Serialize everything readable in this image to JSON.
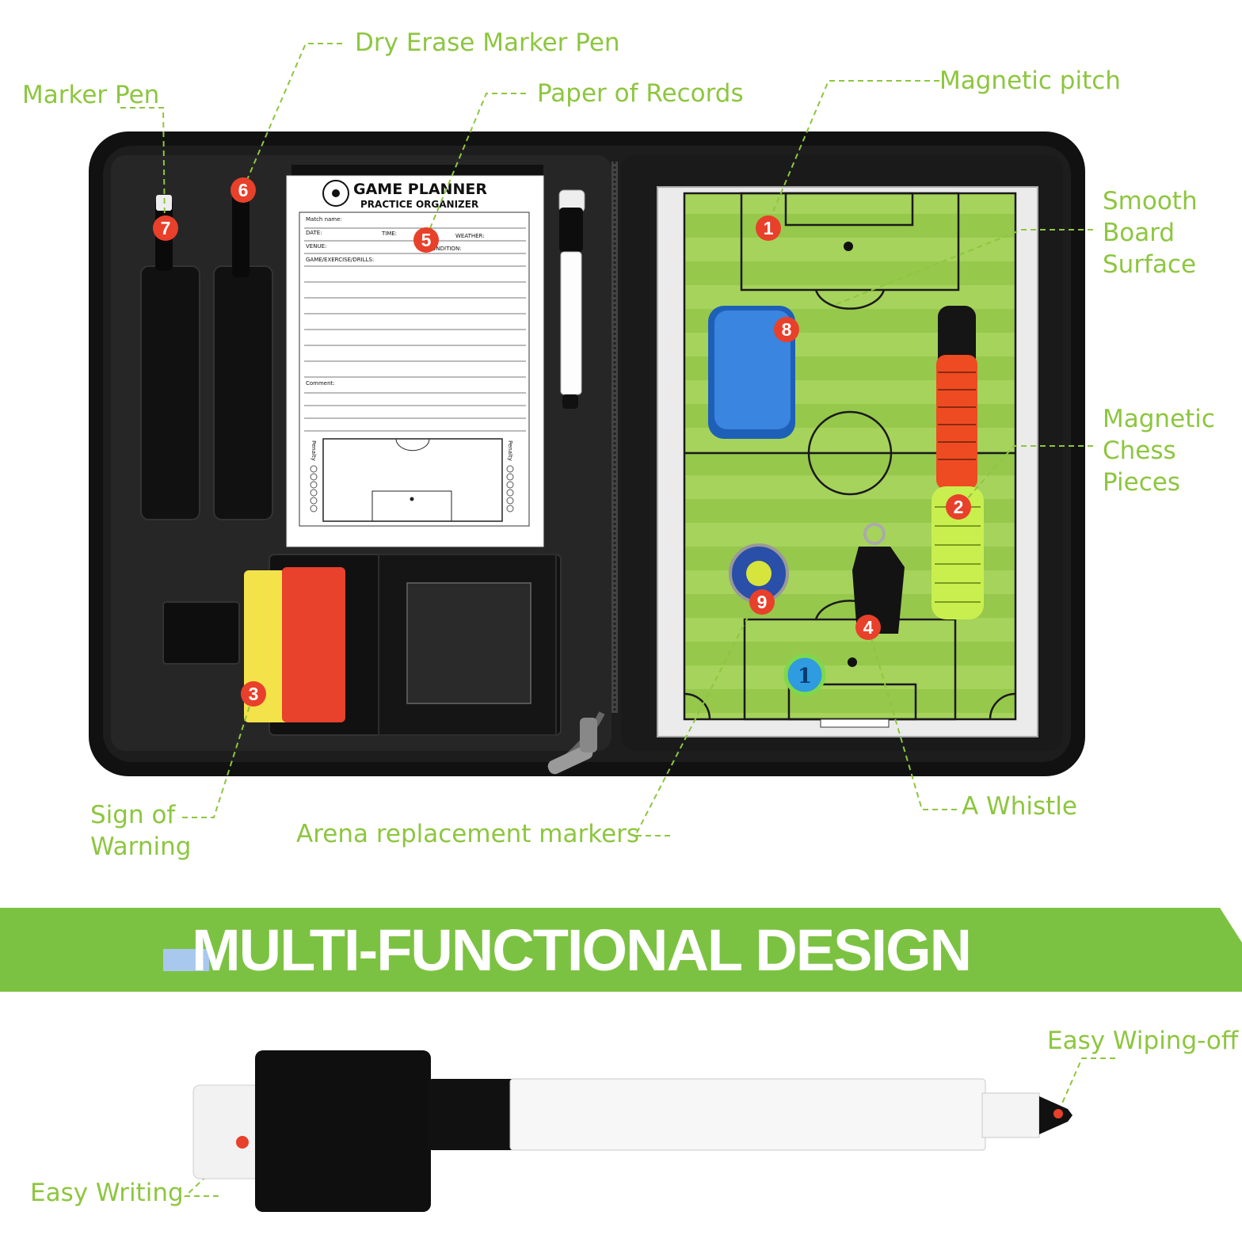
{
  "callouts": {
    "dry_erase": "Dry Erase Marker Pen",
    "marker_pen": "Marker Pen",
    "paper_records": "Paper of Records",
    "magnetic_pitch": "Magnetic pitch",
    "smooth_board": [
      "Smooth",
      "Board",
      "Surface"
    ],
    "chess_pieces": [
      "Magnetic",
      "Chess",
      "Pieces"
    ],
    "whistle": "A Whistle",
    "arena_markers": "Arena replacement markers",
    "sign_warning": [
      "Sign of",
      "Warning"
    ],
    "easy_wiping": "Easy Wiping-off",
    "easy_writing": "Easy Writing"
  },
  "banner": {
    "title": "MULTI-FUNCTIONAL DESIGN",
    "color": "#7cc242",
    "accent": "#a9c8ee"
  },
  "planner": {
    "title": "GAME PLANNER",
    "subtitle": "PRACTICE ORGANIZER",
    "fields": {
      "match": "Match name:",
      "date": "DATE:",
      "time": "TIME:",
      "weather": "WEATHER:",
      "venue": "VENUE:",
      "condition": "CONDITION:",
      "drills": "GAME/EXERCISE/DRILLS:",
      "comment": "Comment:",
      "penalty": "Penalty"
    }
  },
  "badges": [
    "1",
    "2",
    "3",
    "4",
    "5",
    "6",
    "7",
    "8",
    "9"
  ],
  "marker_label": "1",
  "colors": {
    "label_green": "#8dc63f",
    "badge_red": "#e8402a",
    "pitch_green": "#9ccc50",
    "case_black": "#1a1a1a"
  }
}
